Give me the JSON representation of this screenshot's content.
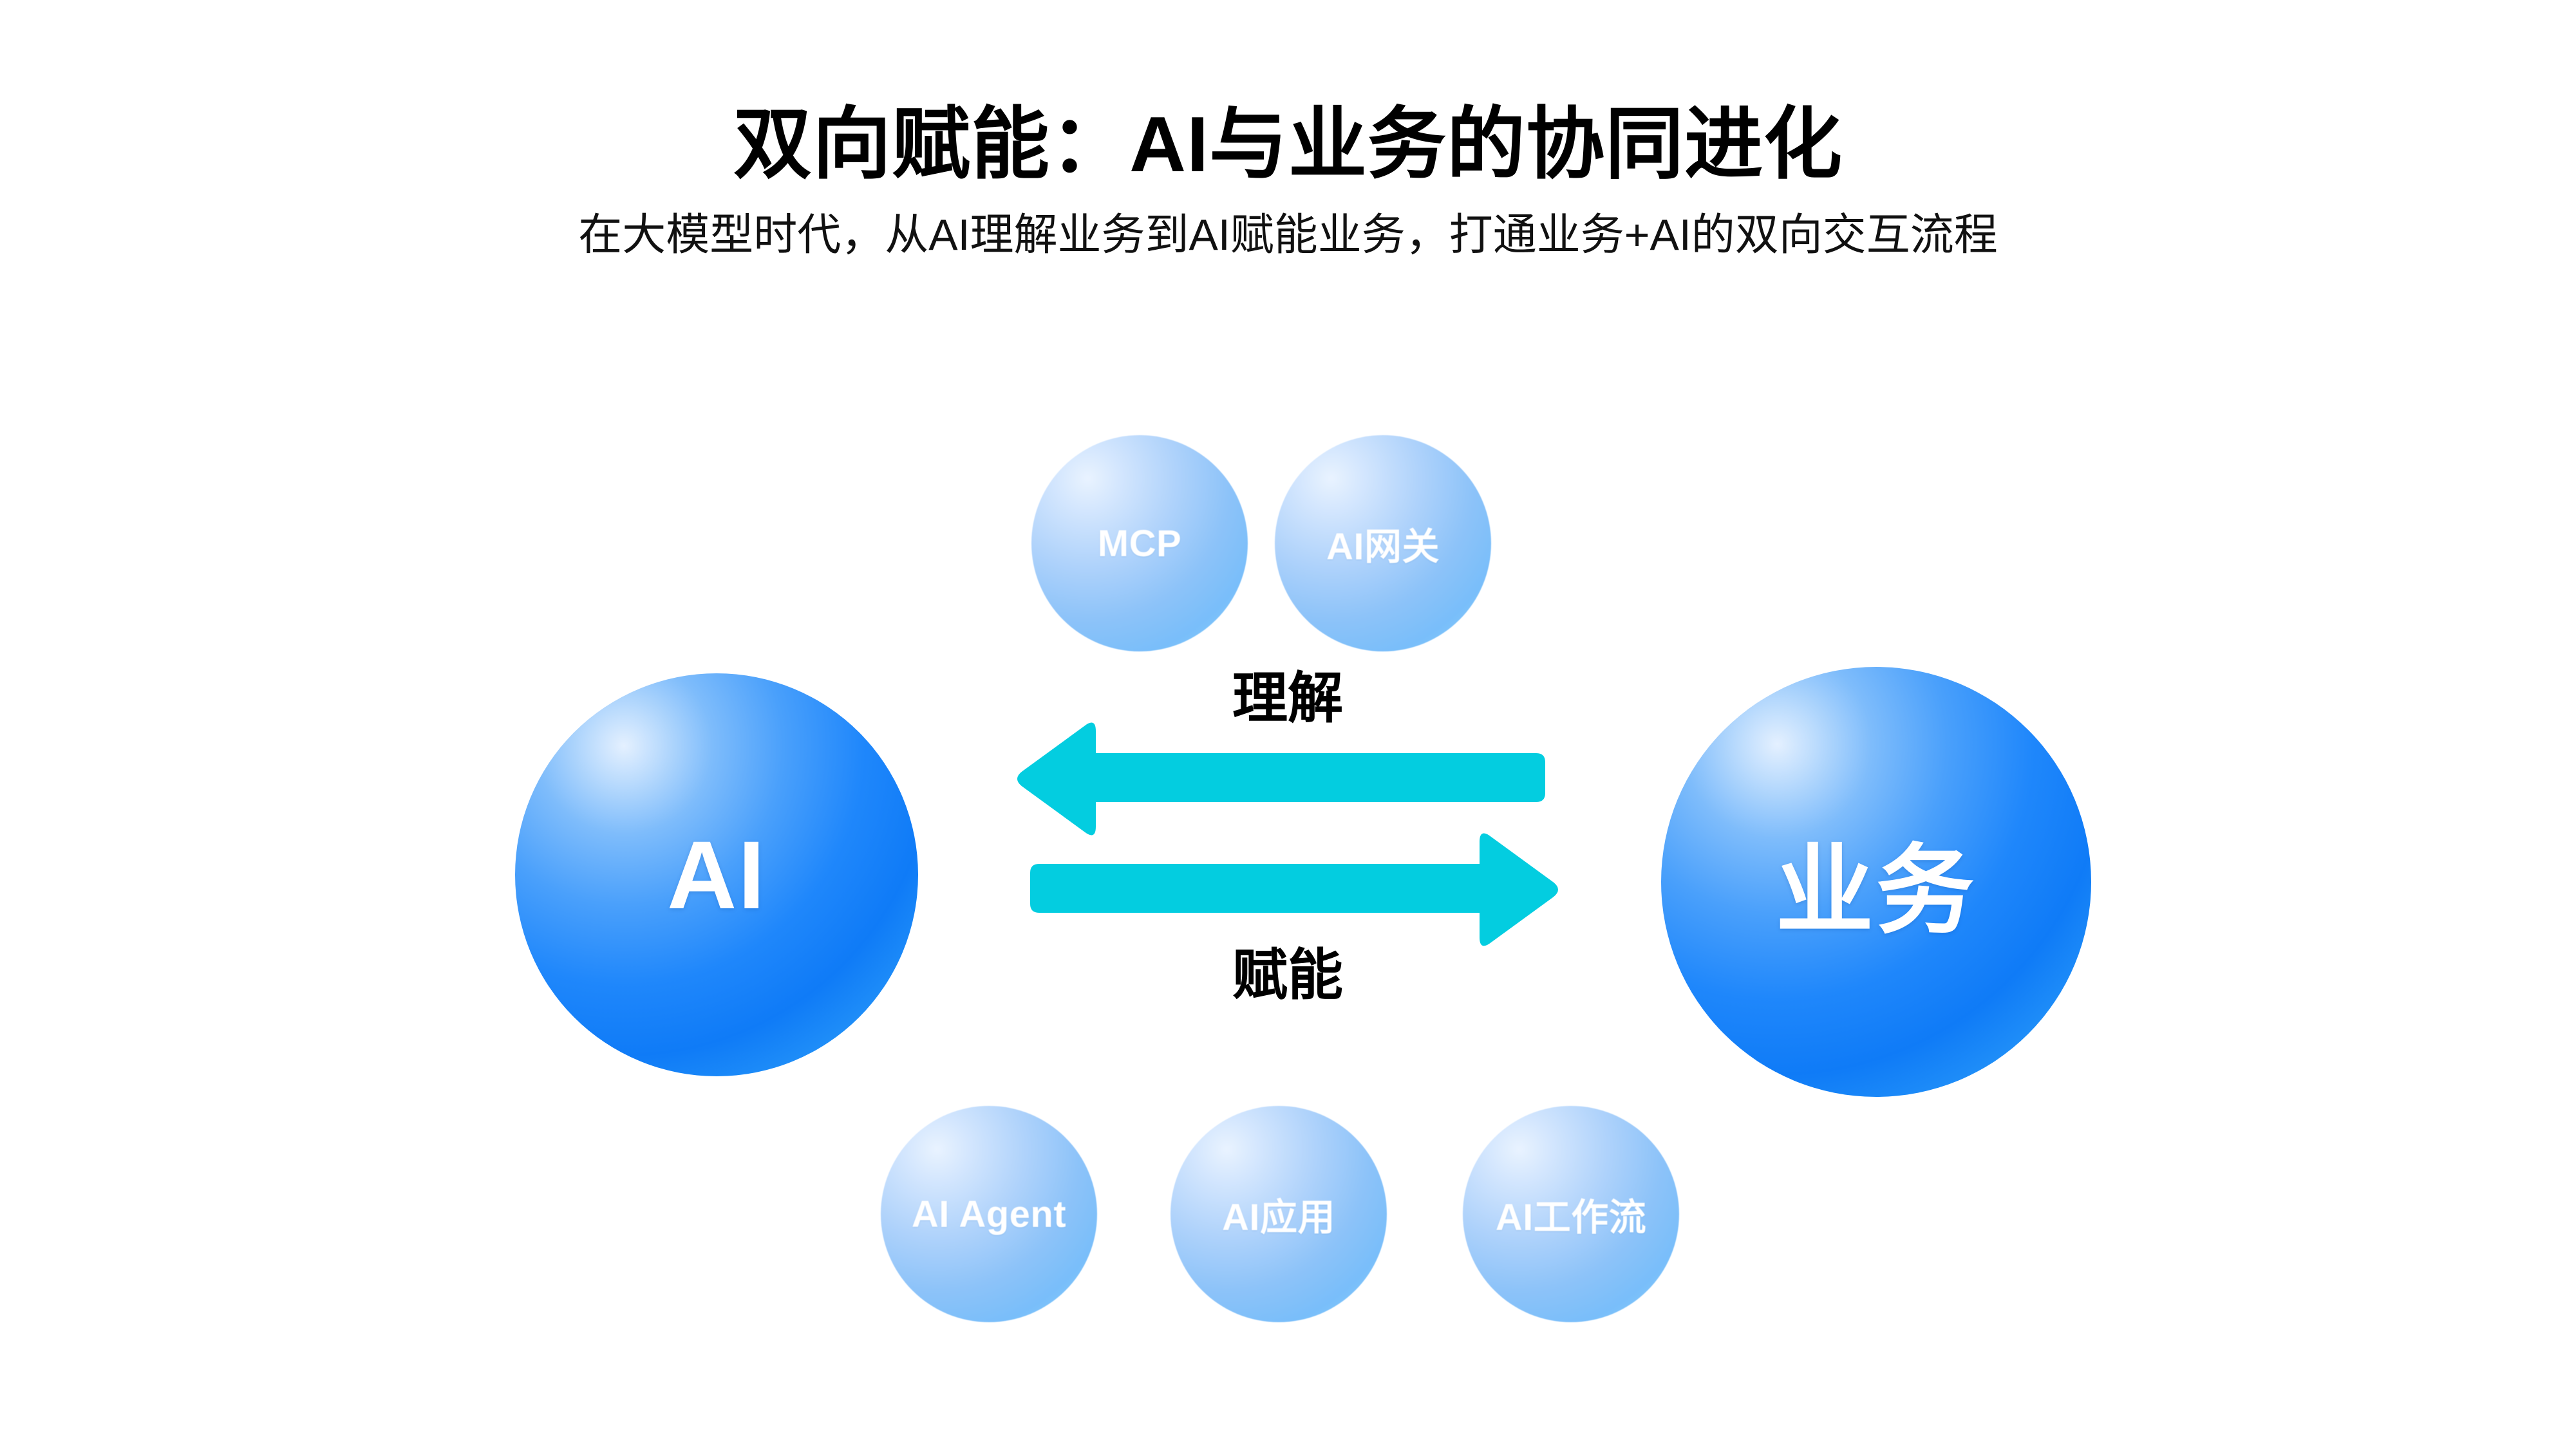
{
  "header": {
    "title": "双向赋能：AI与业务的协同进化",
    "subtitle": "在大模型时代，从AI理解业务到AI赋能业务，打通业务+AI的双向交互流程"
  },
  "colors": {
    "arrow": "#03CDE0",
    "core_bubble_blue": "#1F87FB",
    "satellite_bubble_blue": "#8DC3F9",
    "title_text": "#000000",
    "bubble_text": "#FFFFFF",
    "background": "#FFFFFF"
  },
  "core_nodes": [
    {
      "id": "ai",
      "label": "AI"
    },
    {
      "id": "business",
      "label": "业务"
    }
  ],
  "flows": [
    {
      "id": "understand",
      "label": "理解",
      "direction": "business-to-ai",
      "icon": "arrow-left-icon"
    },
    {
      "id": "empower",
      "label": "赋能",
      "direction": "ai-to-business",
      "icon": "arrow-right-icon"
    }
  ],
  "satellites": {
    "top": [
      {
        "id": "mcp",
        "label": "MCP"
      },
      {
        "id": "ai-gateway",
        "label": "AI网关"
      }
    ],
    "bottom": [
      {
        "id": "ai-agent",
        "label": "AI Agent"
      },
      {
        "id": "ai-app",
        "label": "AI应用"
      },
      {
        "id": "ai-workflow",
        "label": "AI工作流"
      }
    ]
  }
}
